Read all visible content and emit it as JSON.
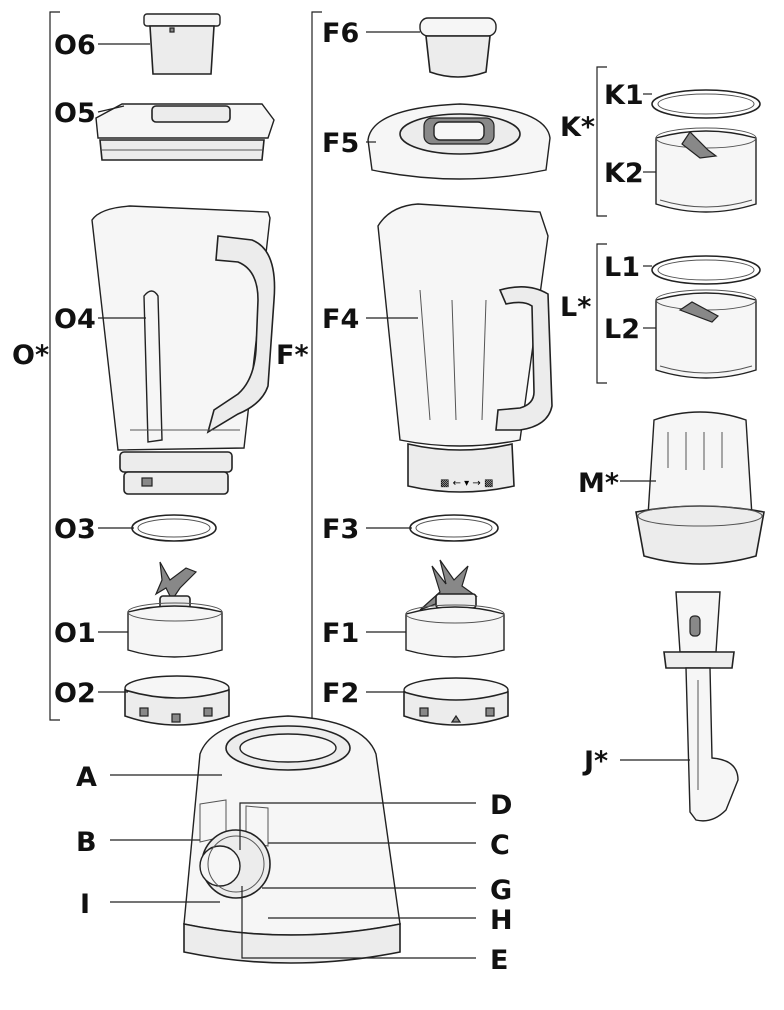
{
  "labels": {
    "O": "O*",
    "O1": "O1",
    "O2": "O2",
    "O3": "O3",
    "O4": "O4",
    "O5": "O5",
    "O6": "O6",
    "F": "F*",
    "F1": "F1",
    "F2": "F2",
    "F3": "F3",
    "F4": "F4",
    "F5": "F5",
    "F6": "F6",
    "K": "K*",
    "K1": "K1",
    "K2": "K2",
    "L": "L*",
    "L1": "L1",
    "L2": "L2",
    "M": "M*",
    "J": "J*",
    "A": "A",
    "B": "B",
    "C": "C",
    "D": "D",
    "E": "E",
    "G": "G",
    "H": "H",
    "I": "I"
  }
}
